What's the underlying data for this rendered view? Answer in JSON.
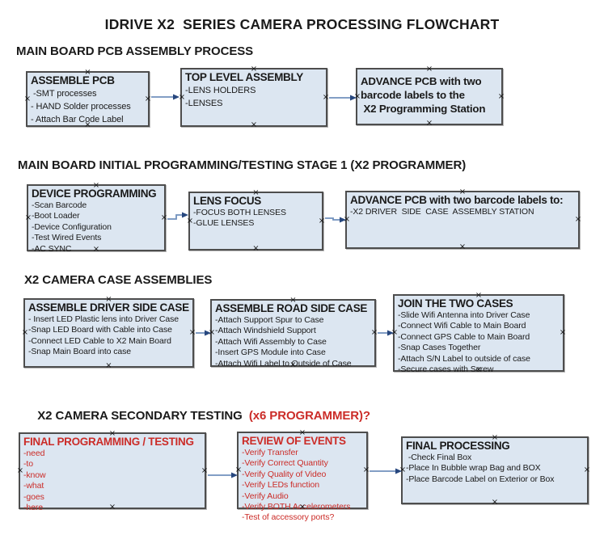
{
  "title": "IDRIVE X2  SERIES CAMERA PROCESSING FLOWCHART",
  "colors": {
    "box_fill": "#dce6f1",
    "box_border": "#4d4d4d",
    "arrow_line": "#7191bd",
    "arrow_head": "#27477e",
    "red_text": "#cb2c28",
    "text": "#1a1a1a"
  },
  "sections": [
    {
      "heading": "MAIN BOARD PCB ASSEMBLY PROCESS",
      "boxes": [
        {
          "title": "ASSEMBLE PCB",
          "items": [
            " -SMT processes",
            "- HAND Solder processes",
            "- Attach Bar Code Label"
          ]
        },
        {
          "title": "TOP LEVEL ASSEMBLY",
          "items": [
            "-LENS HOLDERS",
            "-LENSES"
          ]
        },
        {
          "title": "",
          "items": [
            "ADVANCE PCB with two",
            "barcode labels to the",
            " X2 Programming Station"
          ]
        }
      ]
    },
    {
      "heading": "MAIN BOARD INITIAL PROGRAMMING/TESTING STAGE 1 (X2 PROGRAMMER)",
      "boxes": [
        {
          "title": "DEVICE PROGRAMMING",
          "items": [
            "-Scan Barcode",
            "-Boot Loader",
            "-Device Configuration",
            "-Test Wired Events",
            "-AC SYNC"
          ]
        },
        {
          "title": "LENS FOCUS",
          "items": [
            "-FOCUS BOTH LENSES",
            "-GLUE LENSES"
          ]
        },
        {
          "title": "ADVANCE PCB with two barcode labels to:",
          "items": [
            "-X2 DRIVER  SIDE  CASE  ASSEMBLY STATION"
          ]
        }
      ]
    },
    {
      "heading": "X2 CAMERA CASE ASSEMBLIES",
      "boxes": [
        {
          "title": "ASSEMBLE DRIVER SIDE CASE",
          "items": [
            "- Insert LED Plastic lens into Driver Case",
            "-Snap LED Board with Cable into Case",
            "-Connect LED Cable to X2 Main Board",
            "-Snap Main Board into case"
          ]
        },
        {
          "title": "ASSEMBLE ROAD SIDE CASE",
          "items": [
            "-Attach Support Spur to Case",
            "-Attach Windshield Support",
            "-Attach Wifi Assembly to Case",
            "-Insert GPS Module into Case",
            "-Attach Wifi Label to Outside of Case"
          ]
        },
        {
          "title": "JOIN THE TWO CASES",
          "items": [
            "-Slide Wifi Antenna into Driver Case",
            "-Connect Wifi Cable to Main Board",
            "-Connect GPS Cable to Main Board",
            "-Snap Cases Together",
            "-Attach S/N Label to outside of case",
            "-Secure cases with Screw"
          ]
        }
      ]
    },
    {
      "heading": "X2 CAMERA SECONDARY TESTING  ",
      "heading_red": "(x6 PROGRAMMER)?",
      "boxes": [
        {
          "title": "FINAL PROGRAMMING / TESTING",
          "items": [
            "-need",
            "-to",
            "-know",
            "-what",
            "-goes",
            "-here"
          ]
        },
        {
          "title": "REVIEW OF EVENTS",
          "items": [
            "-Verify Transfer",
            "-Verify Correct Quantity",
            "-Verify Quality of Video",
            "-Verify LEDs function",
            "-Verify Audio",
            "-Verify BOTH Accelerometers",
            "-Test of accessory ports?"
          ]
        },
        {
          "title": "FINAL PROCESSING",
          "items": [
            " -Check Final Box",
            "-Place In Bubble wrap Bag and BOX",
            "-Place Barcode Label on Exterior or Box"
          ]
        }
      ]
    }
  ]
}
